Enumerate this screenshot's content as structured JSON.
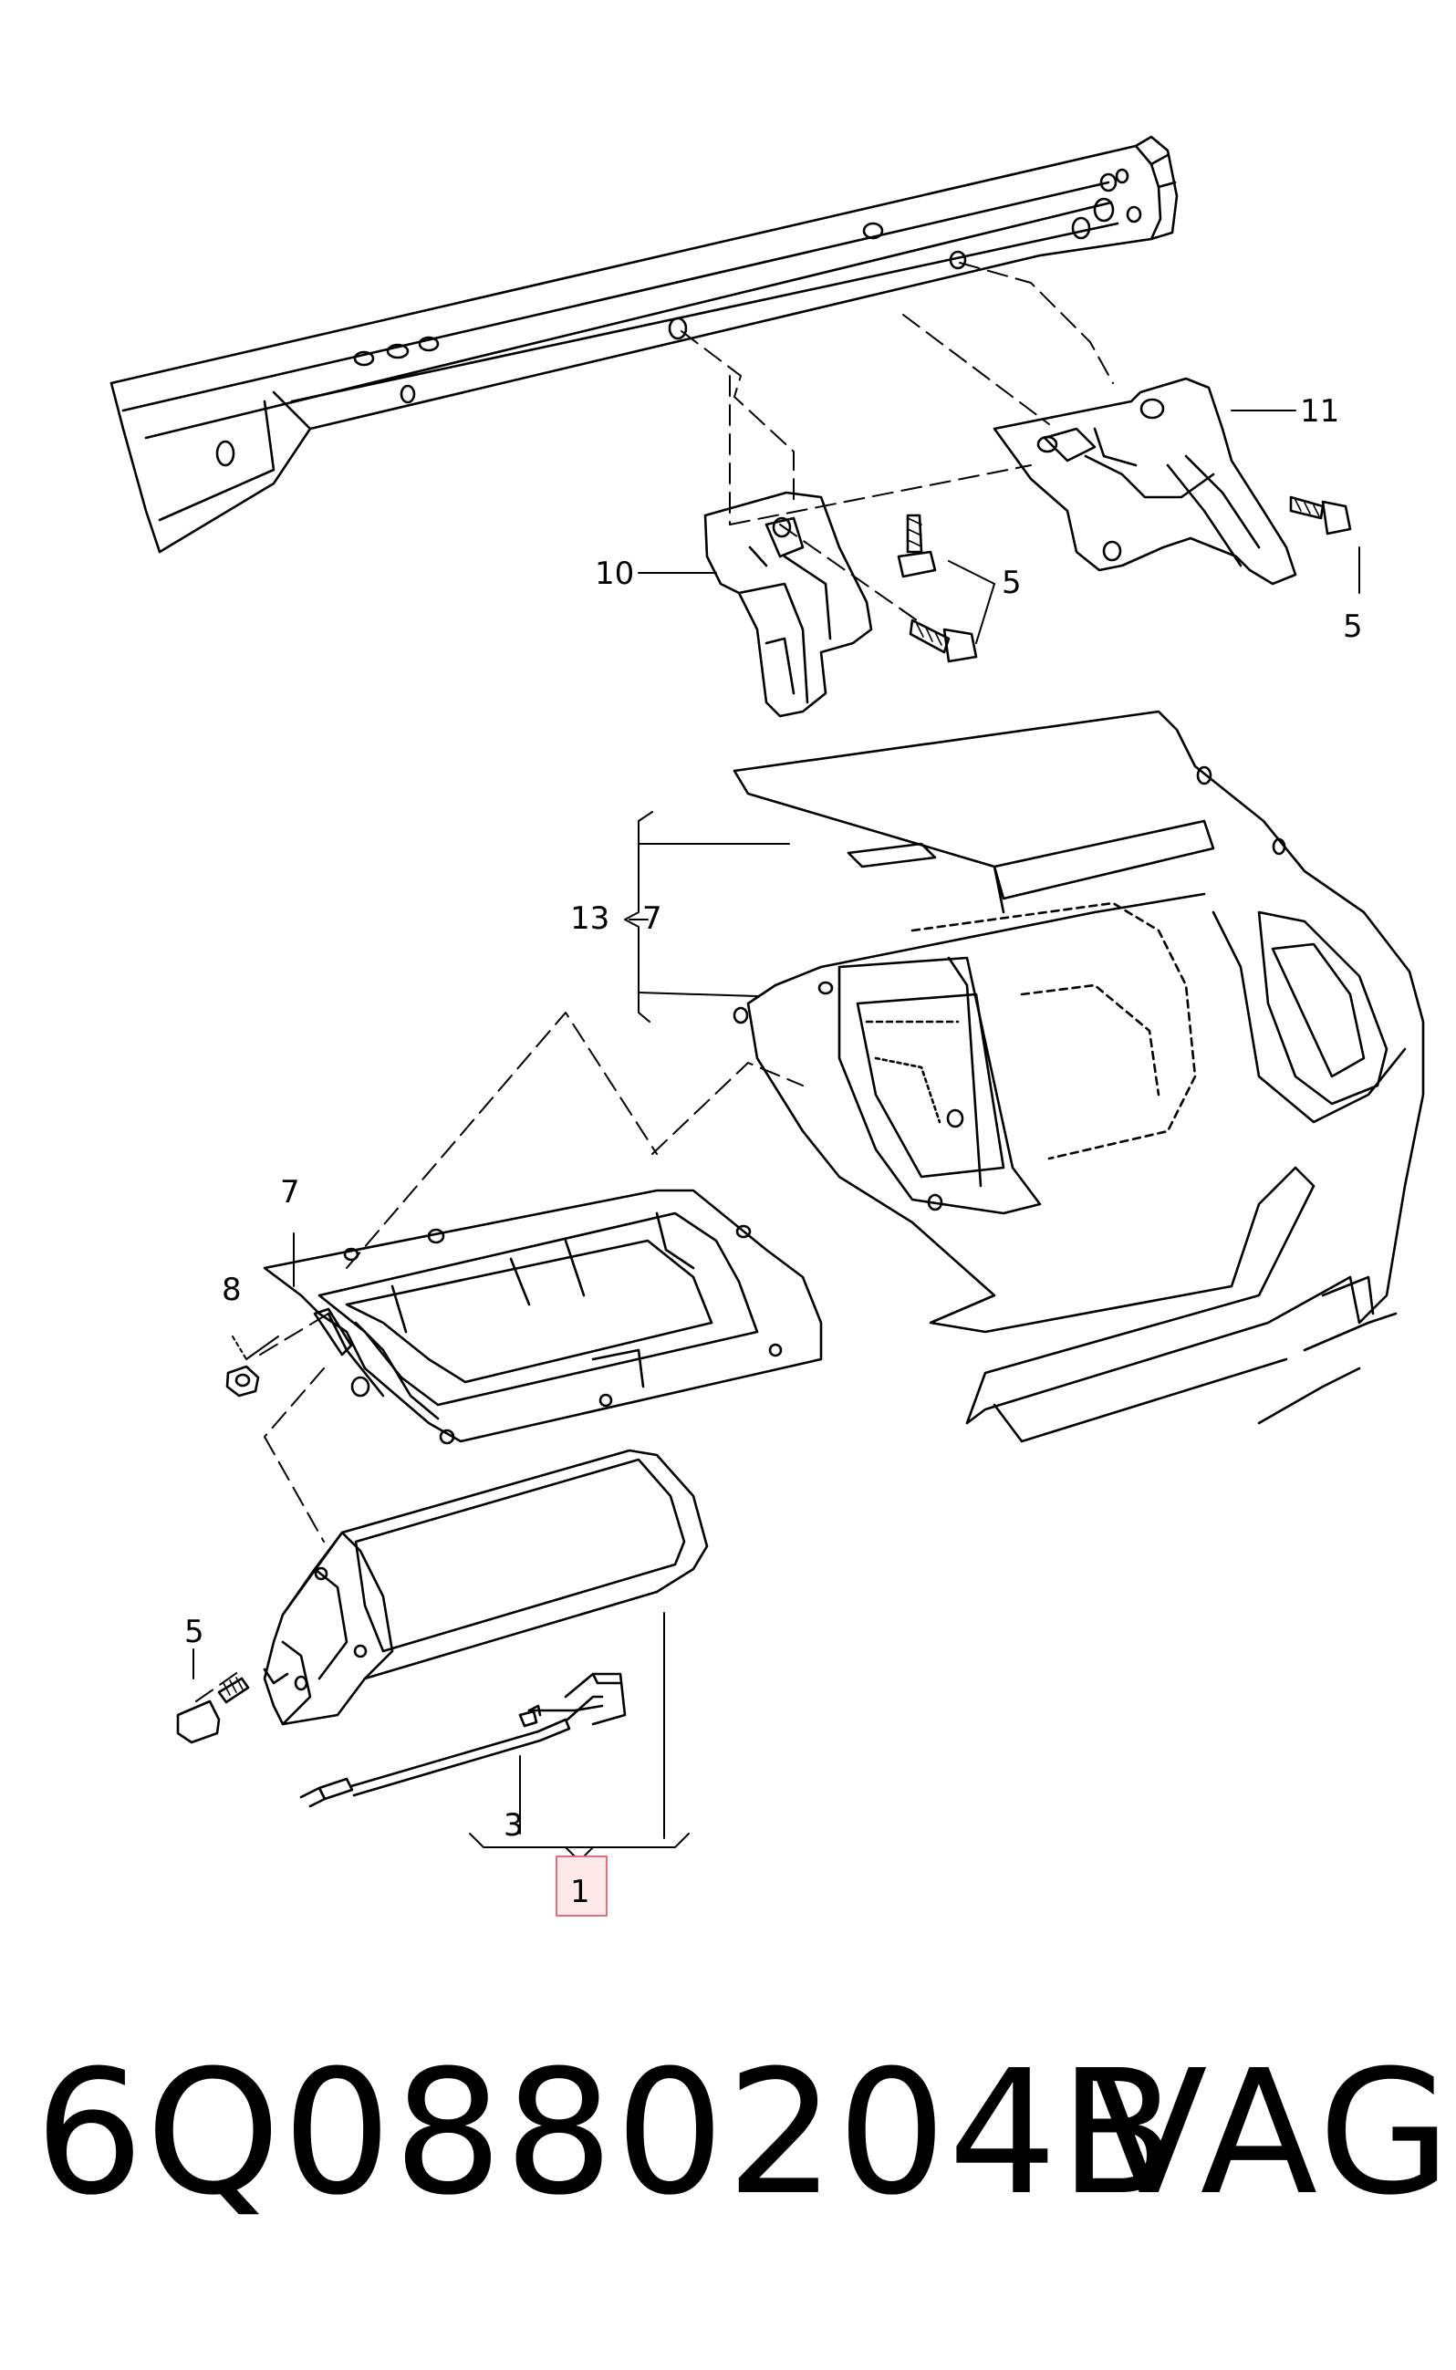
{
  "callouts": {
    "c10": "10",
    "c11": "11",
    "c5_mid": "5",
    "c5_right": "5",
    "c13": "13",
    "c7_top": "7",
    "c7_left": "7",
    "c8": "8",
    "c5_left": "5",
    "c3": "3",
    "c1": "1"
  },
  "footer": {
    "part_number": "6Q0880204B",
    "brand": "VAG"
  },
  "colors": {
    "line": "#000000",
    "highlight_fill": "#fde8ea",
    "highlight_stroke": "#e07080"
  }
}
